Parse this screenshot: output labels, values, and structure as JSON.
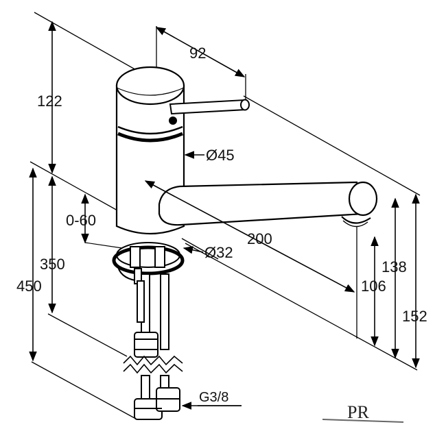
{
  "dimensions": {
    "spout_offset": "92",
    "body_height": "122",
    "body_diameter": "Ø45",
    "spout_reach": "200",
    "base_diameter": "Ø32",
    "countertop_thickness": "0-60",
    "hose_length": "350",
    "total_hose_length": "450",
    "spout_clearance": "106",
    "spout_height": "138",
    "overall_height": "152",
    "connection_thread": "G3/8"
  },
  "logo": {
    "text": "PR"
  }
}
